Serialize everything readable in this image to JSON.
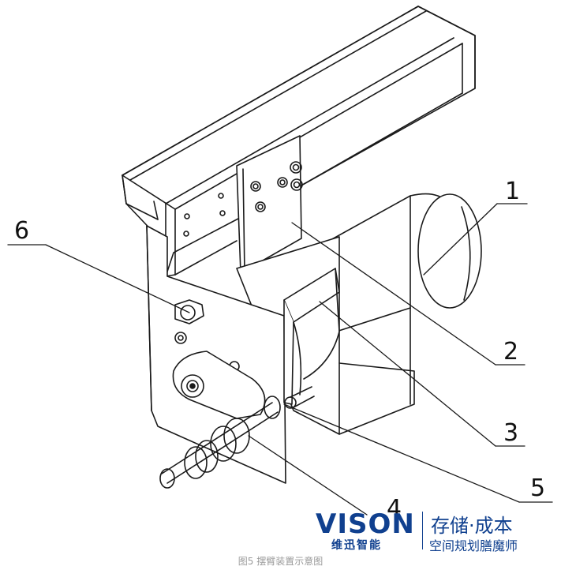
{
  "figure": {
    "callouts": {
      "c1": "1",
      "c2": "2",
      "c3": "3",
      "c4": "4",
      "c5": "5",
      "c6": "6"
    }
  },
  "watermark": {
    "brand_en": "VISON",
    "brand_cn": "维迅智能",
    "slogan_line1": "存储·成本",
    "slogan_line2": "空间规划膳魔师"
  },
  "caption": "图5 摆臂装置示意图",
  "colors": {
    "line": "#1a1a1a",
    "caption": "#9a9a9a",
    "brand": "#10408f"
  }
}
